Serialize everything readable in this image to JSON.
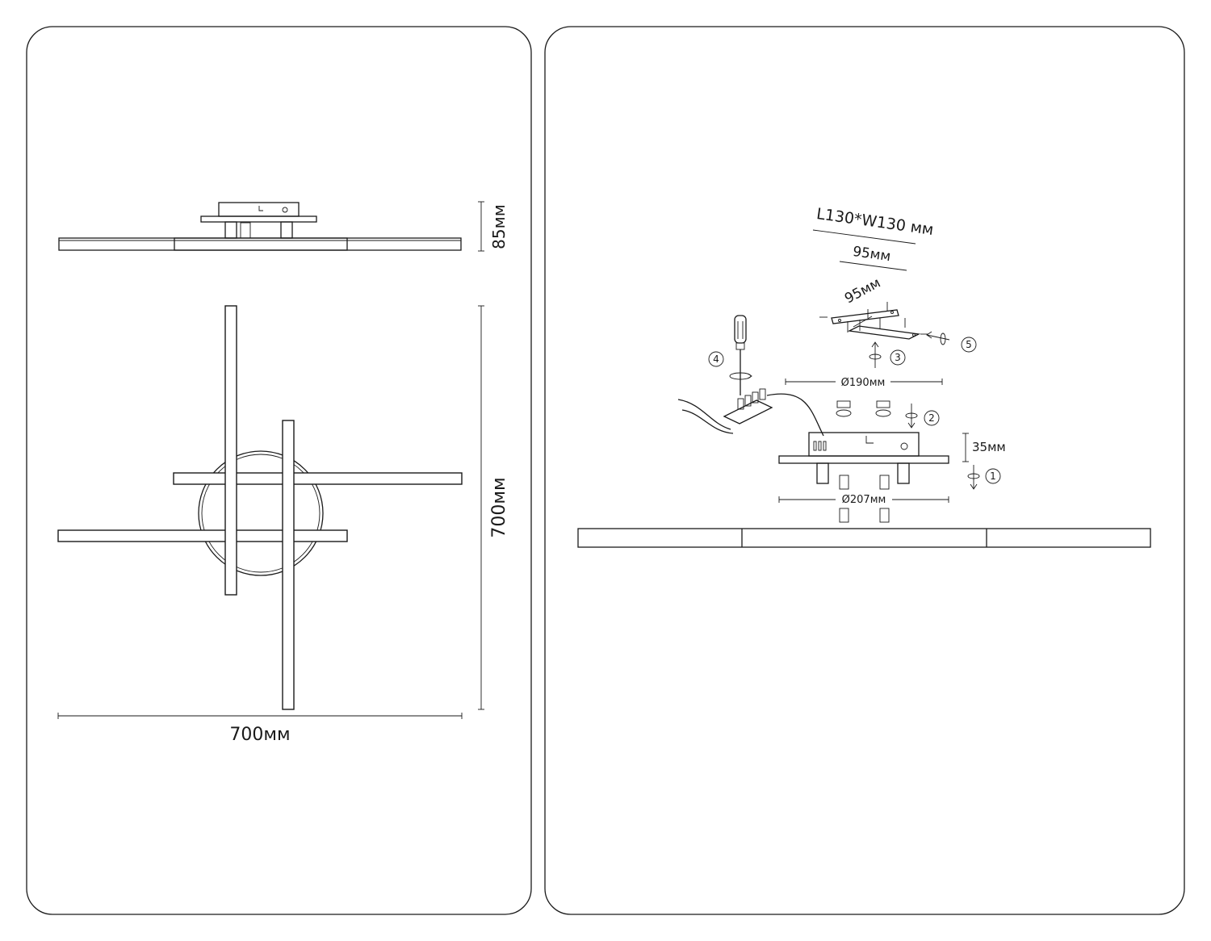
{
  "left_panel": {
    "height_label": "85мм",
    "depth_label": "700мм",
    "width_label": "700мм"
  },
  "right_panel": {
    "plate_size_label": "L130*W130 мм",
    "bracket_length_label": "95мм",
    "bracket_diag_label": "95мм",
    "diameter_top_label": "Ø190мм",
    "diameter_bottom_label": "Ø207мм",
    "base_height_label": "35мм",
    "steps": [
      "1",
      "2",
      "3",
      "4",
      "5"
    ]
  }
}
